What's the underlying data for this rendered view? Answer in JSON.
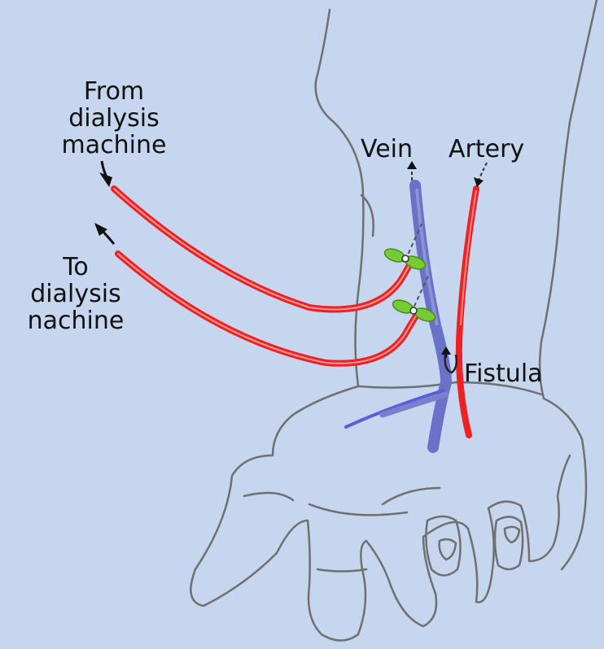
{
  "labels": {
    "from_line1": "From",
    "from_line2": "dialysis",
    "from_line3": "machine",
    "to_line1": "To",
    "to_line2": "dialysis",
    "to_line3": "nachine",
    "vein": "Vein",
    "artery": "Artery",
    "fistula": "Fistula"
  },
  "colors": {
    "background": "#c5d6ee",
    "outline": "#707070",
    "tube_red": "#ee2222",
    "vein_blue": "#6a72c8",
    "clamp_green": "#77cc33"
  }
}
